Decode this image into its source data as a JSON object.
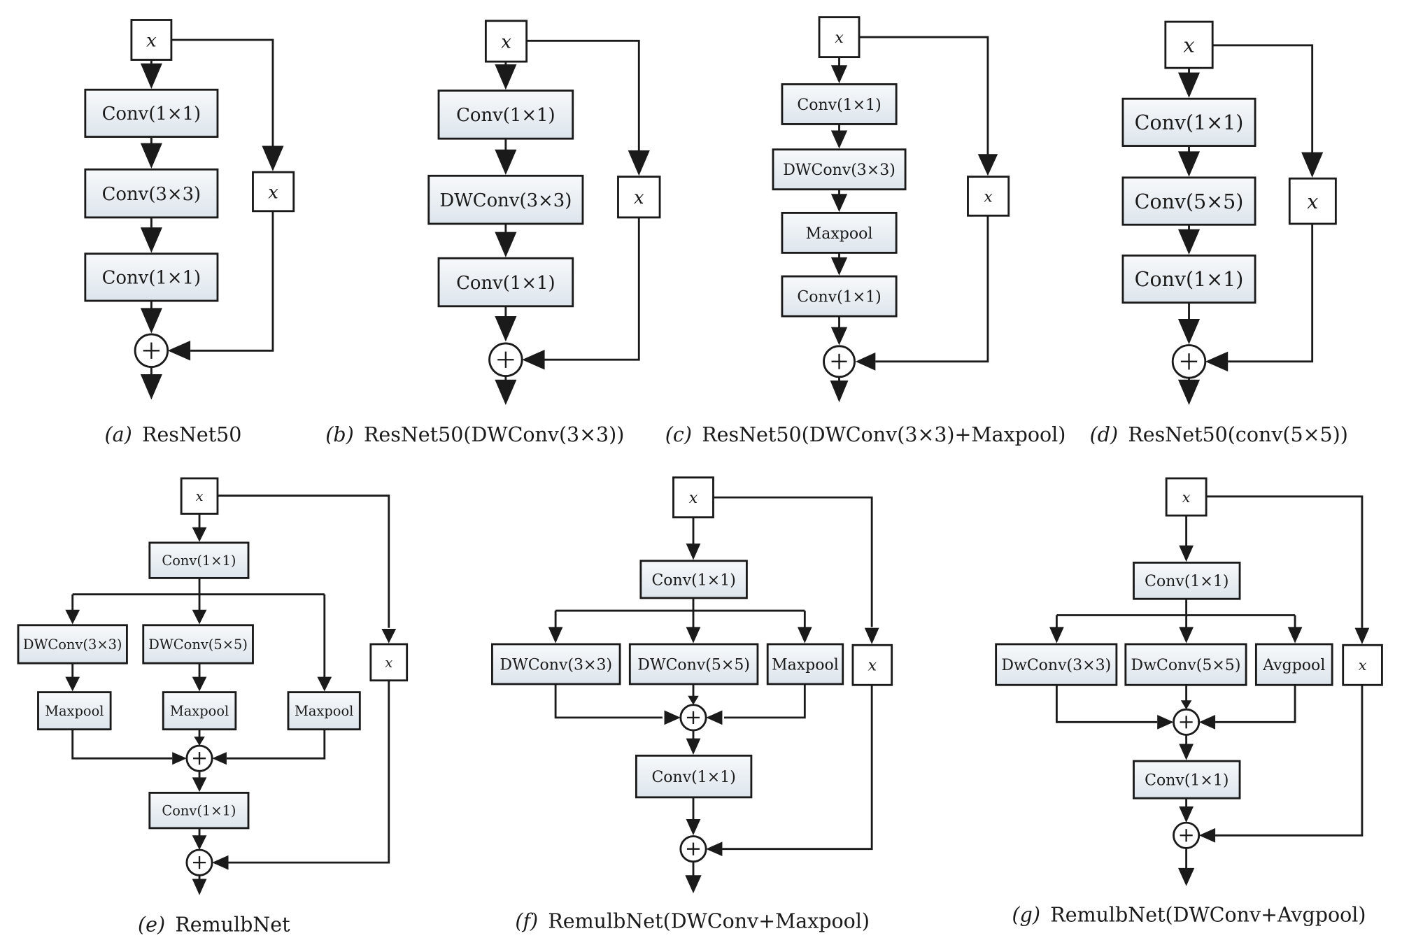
{
  "diagrams": {
    "a": {
      "input": "x",
      "blocks": [
        "Conv(1×1)",
        "Conv(3×3)",
        "Conv(1×1)"
      ],
      "skip": "x",
      "caption_letter": "(a)",
      "caption_text": "ResNet50"
    },
    "b": {
      "input": "x",
      "blocks": [
        "Conv(1×1)",
        "DWConv(3×3)",
        "Conv(1×1)"
      ],
      "skip": "x",
      "caption_letter": "(b)",
      "caption_text": "ResNet50(DWConv(3×3))"
    },
    "c": {
      "input": "x",
      "blocks": [
        "Conv(1×1)",
        "DWConv(3×3)",
        "Maxpool",
        "Conv(1×1)"
      ],
      "skip": "x",
      "caption_letter": "(c)",
      "caption_text": "ResNet50(DWConv(3×3)+Maxpool)"
    },
    "d": {
      "input": "x",
      "blocks": [
        "Conv(1×1)",
        "Conv(5×5)",
        "Conv(1×1)"
      ],
      "skip": "x",
      "caption_letter": "(d)",
      "caption_text": "ResNet50(conv(5×5))"
    },
    "e": {
      "input": "x",
      "conv_top": "Conv(1×1)",
      "branch1_top": "DWConv(3×3)",
      "branch2_top": "DWConv(5×5)",
      "branch1_pool": "Maxpool",
      "branch2_pool": "Maxpool",
      "branch3_pool": "Maxpool",
      "conv_bottom": "Conv(1×1)",
      "skip": "x",
      "caption_letter": "(e)",
      "caption_text": "RemulbNet"
    },
    "f": {
      "input": "x",
      "conv_top": "Conv(1×1)",
      "branch1": "DWConv(3×3)",
      "branch2": "DWConv(5×5)",
      "branch3": "Maxpool",
      "conv_bottom": "Conv(1×1)",
      "skip": "x",
      "caption_letter": "(f)",
      "caption_text": "RemulbNet(DWConv+Maxpool)"
    },
    "g": {
      "input": "x",
      "conv_top": "Conv(1×1)",
      "branch1": "DwConv(3×3)",
      "branch2": "DwConv(5×5)",
      "branch3": "Avgpool",
      "conv_bottom": "Conv(1×1)",
      "skip": "x",
      "caption_letter": "(g)",
      "caption_text": "RemulbNet(DWConv+Avgpool)"
    }
  }
}
